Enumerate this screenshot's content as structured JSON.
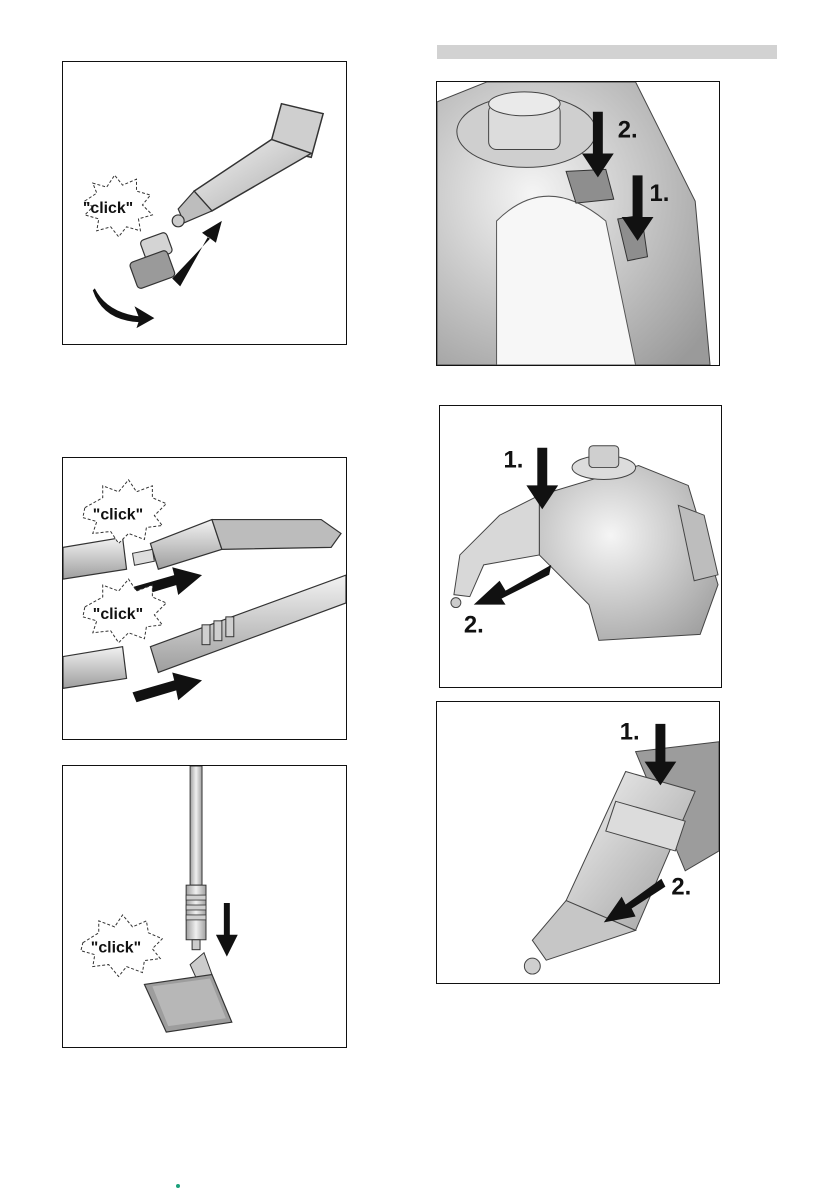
{
  "figures": {
    "fig1": {
      "burst_label": "\"click\""
    },
    "fig2": {
      "burst_label_top": "\"click\"",
      "burst_label_bottom": "\"click\""
    },
    "fig3": {
      "burst_label": "\"click\""
    },
    "fig4": {
      "step_1": "1.",
      "step_2": "2."
    },
    "fig5": {
      "step_1": "1.",
      "step_2": "2."
    },
    "fig6": {
      "step_1": "1.",
      "step_2": "2."
    }
  }
}
